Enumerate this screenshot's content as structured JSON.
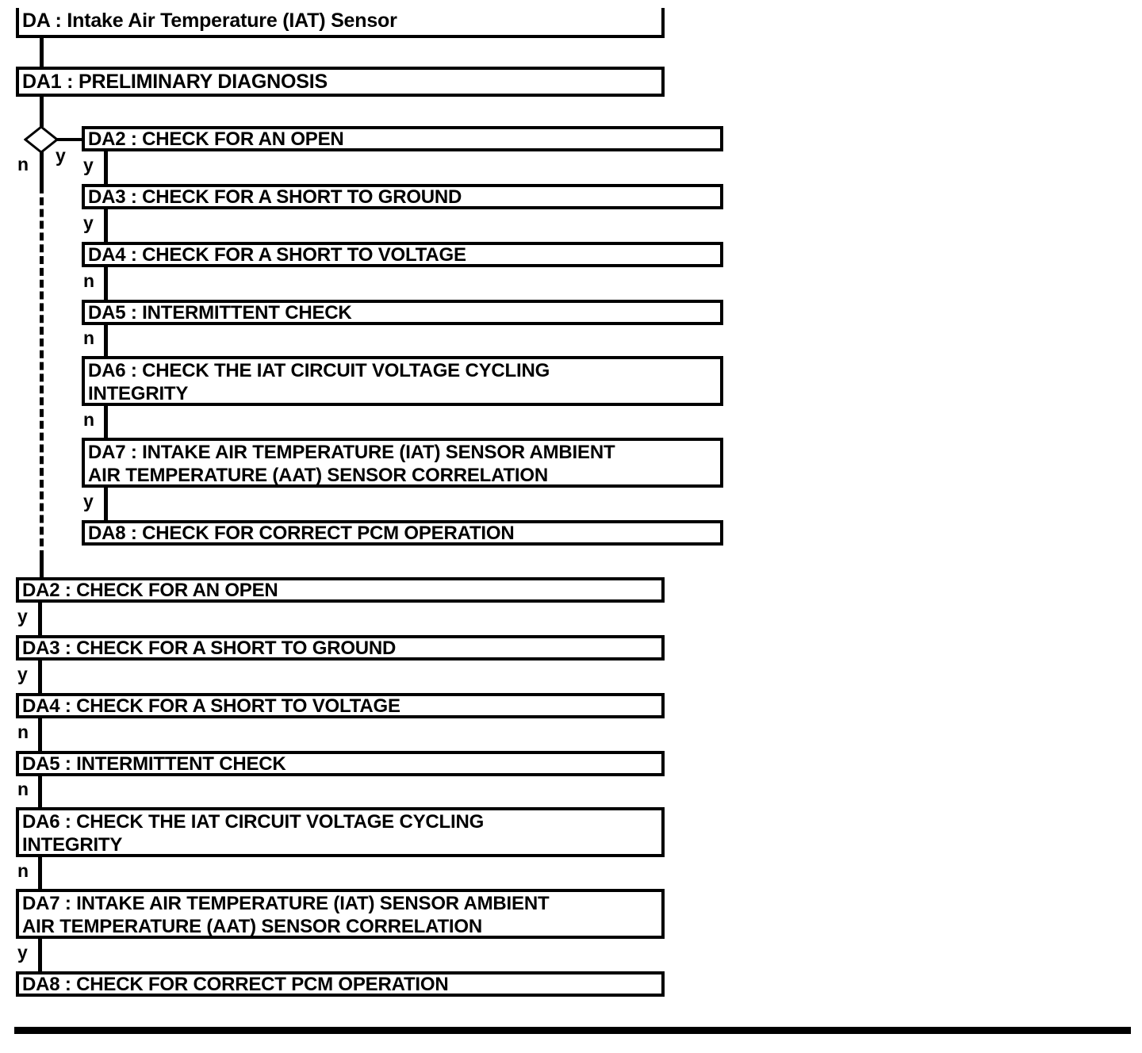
{
  "diagram": {
    "title": "DA : Intake Air Temperature (IAT) Sensor",
    "type": "flowchart"
  },
  "title_node": {
    "label": "DA : Intake Air Temperature (IAT) Sensor"
  },
  "top_nodes": [
    {
      "id": "DA1",
      "label": "DA1 : PRELIMINARY DIAGNOSIS"
    }
  ],
  "branch_labels": {
    "diamond_no": "n",
    "diamond_yes": "y"
  },
  "indented_nodes": [
    {
      "id": "DA2",
      "label": "DA2 : CHECK FOR AN OPEN",
      "exit_branch": "y"
    },
    {
      "id": "DA3",
      "label": "DA3 : CHECK FOR A SHORT TO GROUND",
      "exit_branch": "y"
    },
    {
      "id": "DA4",
      "label": "DA4 : CHECK FOR A SHORT TO VOLTAGE",
      "exit_branch": "n"
    },
    {
      "id": "DA5",
      "label": "DA5 : INTERMITTENT CHECK",
      "exit_branch": "n"
    },
    {
      "id": "DA6",
      "label": "DA6 : CHECK THE IAT CIRCUIT VOLTAGE CYCLING\nINTEGRITY",
      "exit_branch": "n"
    },
    {
      "id": "DA7",
      "label": "DA7 : INTAKE AIR TEMPERATURE (IAT) SENSOR AMBIENT\nAIR TEMPERATURE (AAT) SENSOR CORRELATION",
      "exit_branch": "y"
    },
    {
      "id": "DA8",
      "label": "DA8 : CHECK FOR CORRECT PCM OPERATION",
      "exit_branch": ""
    }
  ],
  "bottom_nodes": [
    {
      "id": "DA2",
      "label": "DA2 : CHECK FOR AN OPEN",
      "exit_branch": "y"
    },
    {
      "id": "DA3",
      "label": "DA3 : CHECK FOR A SHORT TO GROUND",
      "exit_branch": "y"
    },
    {
      "id": "DA4",
      "label": "DA4 : CHECK FOR A SHORT TO VOLTAGE",
      "exit_branch": "n"
    },
    {
      "id": "DA5",
      "label": "DA5 : INTERMITTENT CHECK",
      "exit_branch": "n"
    },
    {
      "id": "DA6",
      "label": "DA6 : CHECK THE IAT CIRCUIT VOLTAGE CYCLING\nINTEGRITY",
      "exit_branch": "n"
    },
    {
      "id": "DA7",
      "label": "DA7 : INTAKE AIR TEMPERATURE (IAT) SENSOR AMBIENT\nAIR TEMPERATURE (AAT) SENSOR CORRELATION",
      "exit_branch": "y"
    },
    {
      "id": "DA8",
      "label": "DA8 : CHECK FOR CORRECT PCM OPERATION",
      "exit_branch": ""
    }
  ],
  "colors": {
    "stroke": "#000000",
    "fill": "#ffffff",
    "text": "#000000"
  }
}
